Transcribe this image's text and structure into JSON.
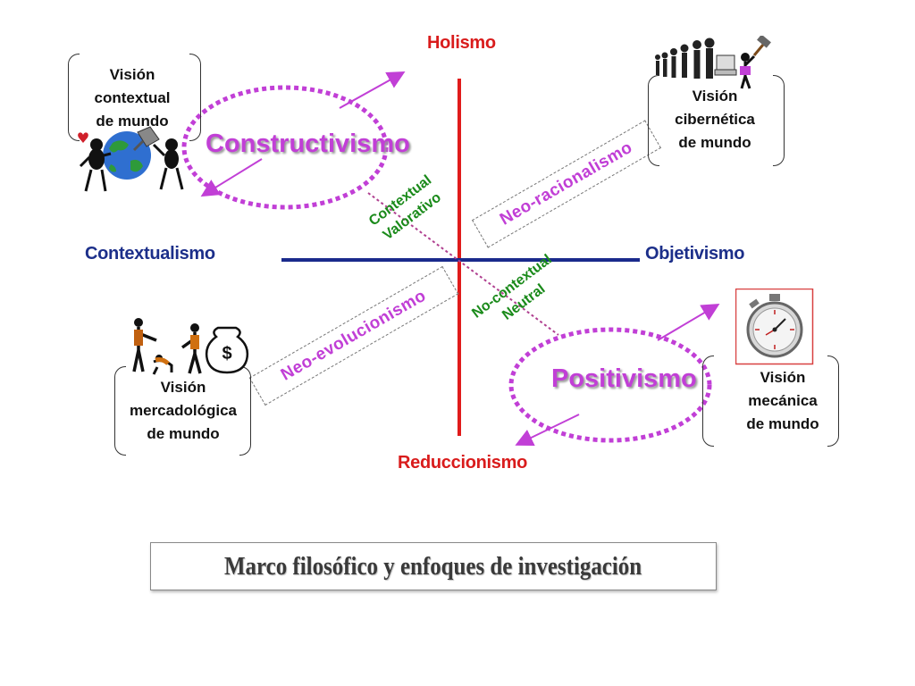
{
  "axes": {
    "top": "Holismo",
    "bottom": "Reduccionismo",
    "left": "Contextualismo",
    "right": "Objetivismo"
  },
  "paradigms": {
    "top_left": "Constructivismo",
    "bottom_right": "Positivismo"
  },
  "diagonals": {
    "upper_left_line1": "Contextual",
    "upper_left_line2": "Valorativo",
    "lower_right_line1": "No-contextual",
    "lower_right_line2": "Neutral",
    "upper_right": "Neo-racionalismo",
    "lower_left": "Neo-evolucionismo"
  },
  "visions": {
    "top_left": [
      "Visión",
      "contextual",
      "de mundo"
    ],
    "top_right": [
      "Visión",
      "cibernética",
      "de mundo"
    ],
    "bottom_left": [
      "Visión",
      "mercadológica",
      "de mundo"
    ],
    "bottom_right": [
      "Visión",
      "mecánica",
      "de mundo"
    ]
  },
  "title": "Marco  filosófico y enfoques de investigación",
  "colors": {
    "vertical_axis": "#e01b1b",
    "horizontal_axis": "#1a2a8c",
    "paradigm": "#c13fd6",
    "diagonal_text": "#1a8a1a"
  },
  "icons": [
    "earth-people-icon",
    "hammer-people-computer-icon",
    "money-bag-people-icon",
    "stopwatch-icon"
  ]
}
